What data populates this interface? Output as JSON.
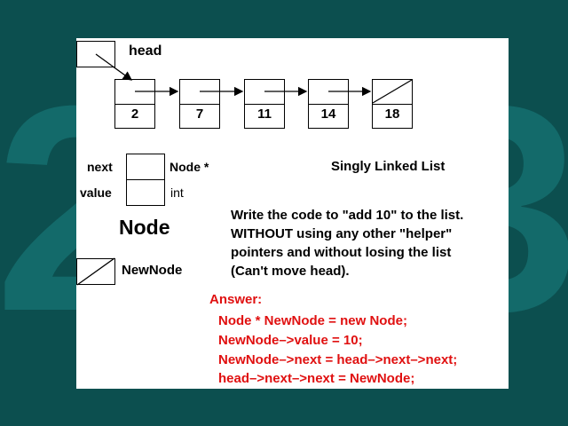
{
  "watermark": {
    "left_digit": "2",
    "right_digit": "3"
  },
  "diagram": {
    "head_label": "head",
    "nodes": [
      "2",
      "7",
      "11",
      "14",
      "18"
    ]
  },
  "legend": {
    "next_label": "next",
    "next_type": "Node *",
    "value_label": "value",
    "value_type": "int",
    "node_title": "Node",
    "newnode_label": "NewNode",
    "list_title": "Singly Linked List"
  },
  "task": {
    "lines": [
      "Write the code to \"add 10\" to the list.",
      "WITHOUT using any other \"helper\"",
      "pointers and without losing the list",
      "(Can't move head)."
    ]
  },
  "answer": {
    "heading": "Answer:",
    "code": [
      "Node * NewNode = new Node;",
      "NewNode–>value = 10;",
      "NewNode–>next = head–>next–>next;",
      "head–>next–>next = NewNode;"
    ]
  },
  "colors": {
    "background": "#0c4f4f",
    "watermark": "#136a6a",
    "panel": "#ffffff",
    "answer": "#e01010"
  }
}
